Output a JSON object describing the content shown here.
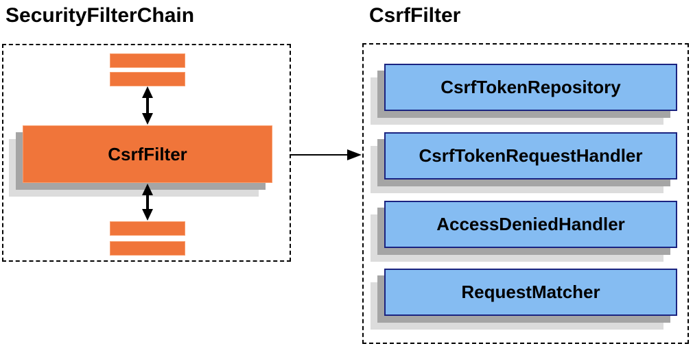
{
  "left_panel": {
    "title": "SecurityFilterChain",
    "csrf_filter_label": "CsrfFilter"
  },
  "right_panel": {
    "title": "CsrfFilter",
    "components": [
      {
        "label": "CsrfTokenRepository"
      },
      {
        "label": "CsrfTokenRequestHandler"
      },
      {
        "label": "AccessDeniedHandler"
      },
      {
        "label": "RequestMatcher"
      }
    ]
  },
  "colors": {
    "filter_fill": "#F0753A",
    "filter_border": "#F89D6D",
    "component_fill": "#85BCF2",
    "component_border": "#1A2380",
    "shadow_dark": "#A5A5A5",
    "shadow_light": "#DCDCDC",
    "line": "#000000",
    "text": "#000000",
    "background": "#FFFFFF"
  }
}
